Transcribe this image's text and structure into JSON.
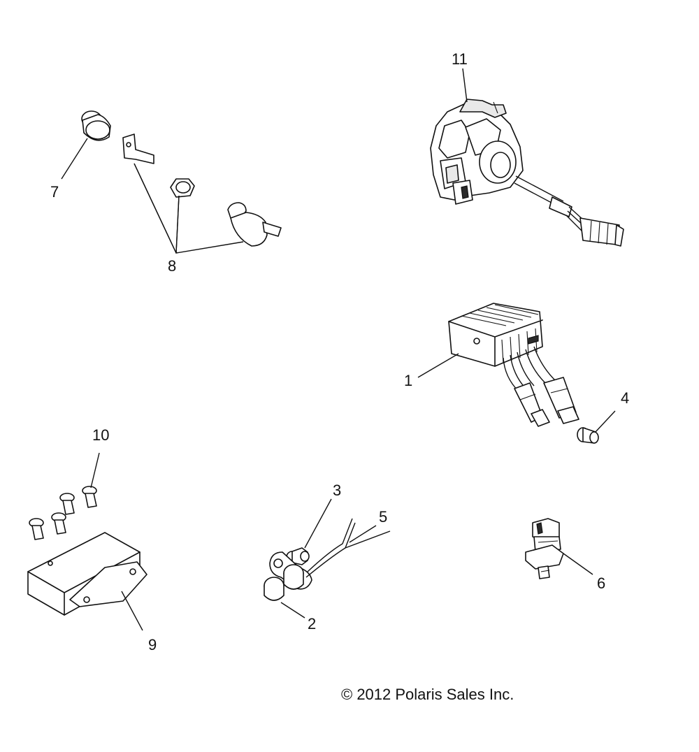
{
  "callouts": {
    "c1": "1",
    "c2": "2",
    "c3": "3",
    "c4": "4",
    "c5": "5",
    "c6": "6",
    "c7": "7",
    "c8": "8",
    "c9": "9",
    "c10": "10",
    "c11": "11"
  },
  "copyright": "© 2012 Polaris Sales Inc."
}
